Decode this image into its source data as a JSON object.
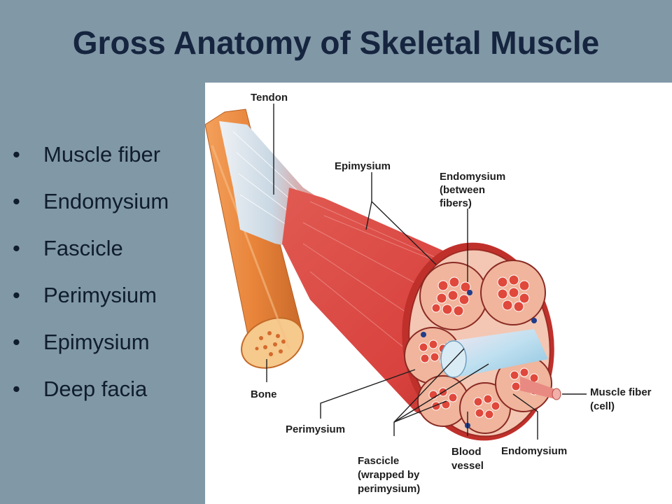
{
  "slide": {
    "title": "Gross Anatomy of Skeletal Muscle",
    "bullet_symbol": "•",
    "bullets": [
      "Muscle fiber",
      "Endomysium",
      "Fascicle",
      "Perimysium",
      "Epimysium",
      "Deep facia"
    ]
  },
  "figure": {
    "labels": {
      "tendon": "Tendon",
      "epimysium": "Epimysium",
      "endomysium_top_1": "Endomysium",
      "endomysium_top_2": "(between",
      "endomysium_top_3": "fibers)",
      "bone": "Bone",
      "perimysium": "Perimysium",
      "fascicle_1": "Fascicle",
      "fascicle_2": "(wrapped by",
      "fascicle_3": "perimysium)",
      "blood_vessel_1": "Blood",
      "blood_vessel_2": "vessel",
      "endomysium_bottom": "Endomysium",
      "muscle_fiber_1": "Muscle fiber",
      "muscle_fiber_2": "(cell)"
    },
    "colors": {
      "muscle": "#d9423e",
      "muscle_dark": "#b82f2b",
      "bone": "#e8843a",
      "tendon": "#dfe4ea",
      "fascicle_fill": "#f0b59c",
      "fiber": "#e0483c",
      "vessel": "#bfe0f0"
    }
  }
}
